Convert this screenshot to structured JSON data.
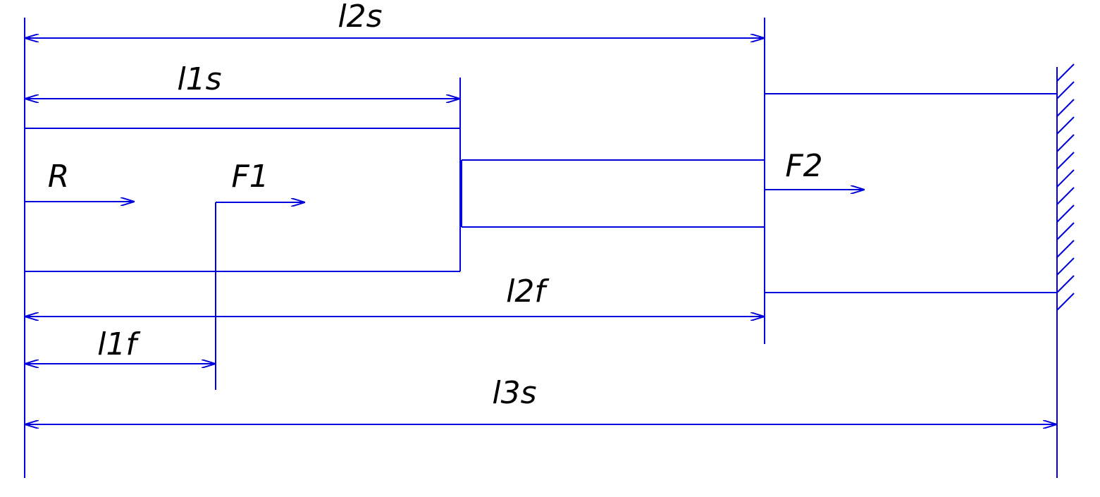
{
  "labels": {
    "l2s": "l2s",
    "l1s": "l1s",
    "R": "R",
    "F1": "F1",
    "F2": "F2",
    "l2f": "l2f",
    "l1f": "l1f",
    "l3s": "l3s"
  },
  "colors": {
    "line": "#0000dd",
    "text": "#000000",
    "background": "#ffffff"
  }
}
